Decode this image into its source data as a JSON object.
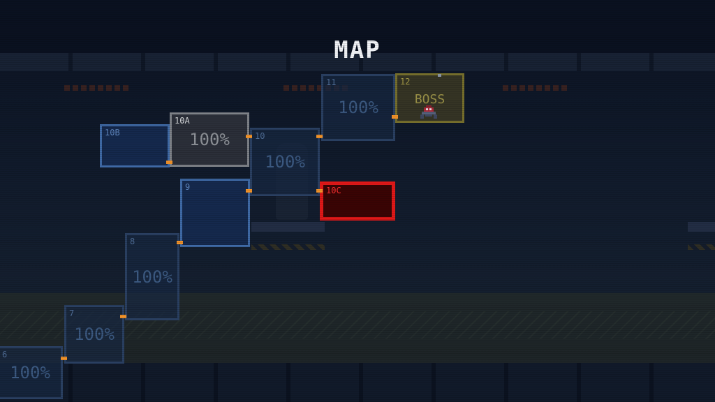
{
  "title": "MAP",
  "rooms": {
    "r6": {
      "id": "6",
      "completion": "100%"
    },
    "r7": {
      "id": "7",
      "completion": "100%"
    },
    "r8": {
      "id": "8",
      "completion": "100%"
    },
    "r9": {
      "id": "9",
      "completion": ""
    },
    "r10": {
      "id": "10",
      "completion": "100%"
    },
    "r10a": {
      "id": "10A",
      "completion": "100%"
    },
    "r10b": {
      "id": "10B",
      "completion": ""
    },
    "r10c": {
      "id": "10C",
      "completion": ""
    },
    "r11": {
      "id": "11",
      "completion": "100%"
    },
    "r12": {
      "id": "12",
      "label": "BOSS"
    }
  },
  "icons": {
    "boss": "boss-creature-icon"
  },
  "colors": {
    "room_border": "#2a4062",
    "current_room": "#7e8288",
    "boss_room": "#77702c",
    "unexplored_room": "#e01818",
    "connector": "#f0922a"
  }
}
